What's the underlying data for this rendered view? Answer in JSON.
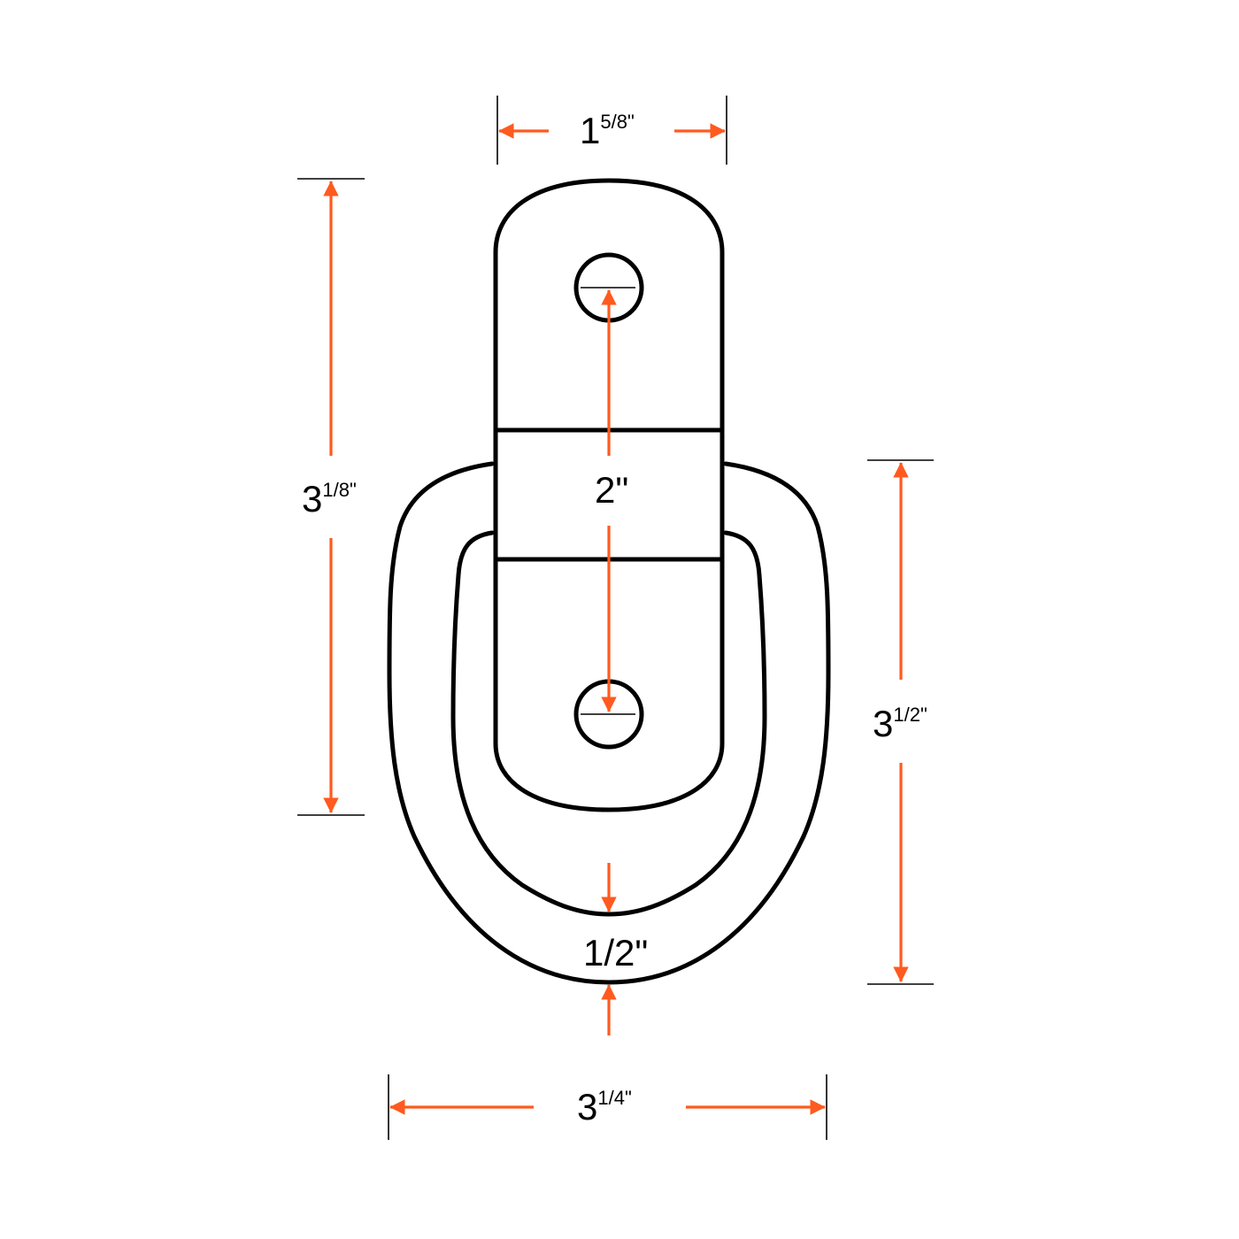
{
  "colors": {
    "dimension": "#ff5a1f",
    "outline": "#000000",
    "background": "#ffffff"
  },
  "dimensions": {
    "plate_width": {
      "whole": "1",
      "fraction": "5/8",
      "unit": "\""
    },
    "plate_length": {
      "whole": "3",
      "fraction": "1/8",
      "unit": "\""
    },
    "hole_spacing": {
      "whole": "2",
      "fraction": "",
      "unit": "\""
    },
    "ring_height": {
      "whole": "3",
      "fraction": "1/2",
      "unit": "\""
    },
    "ring_thickness": {
      "whole": "1/2",
      "fraction": "",
      "unit": "\""
    },
    "ring_width": {
      "whole": "3",
      "fraction": "1/4",
      "unit": "\""
    }
  }
}
